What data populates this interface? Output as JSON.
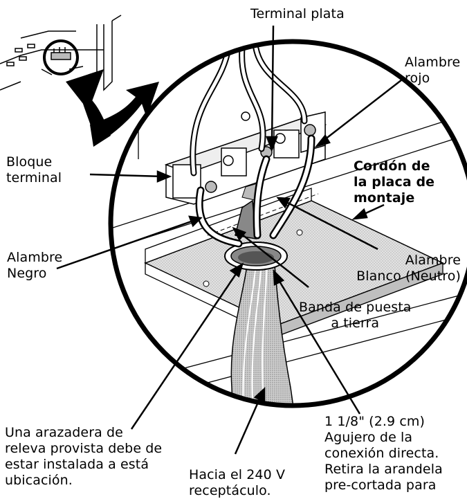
{
  "labels": {
    "terminal_plata": "Terminal plata",
    "alambre_rojo": "Alambre\nrojo",
    "bloque_terminal": "Bloque\nterminal",
    "cordon_placa": "Cordón de\nla placa de\nmontaje",
    "alambre_negro": "Alambre\nNegro",
    "alambre_blanco": "Alambre\nBlanco (Neutro)",
    "banda_tierra": "Banda de puesta\na tierra",
    "arazadera": "Una arazadera de\nreleva provista debe de\nestar instalada a está\nubicación.",
    "hacia_240": "Hacia el 240 V\nreceptáculo.",
    "agujero": "1 1/8\" (2.9 cm)\nAgujero de la\nconexión directa.\nRetira la arandela\npre-cortada para"
  },
  "colors": {
    "line": "#000000",
    "plate": "#d9d9d9",
    "cord": "#8c8c8c",
    "background": "#ffffff"
  }
}
